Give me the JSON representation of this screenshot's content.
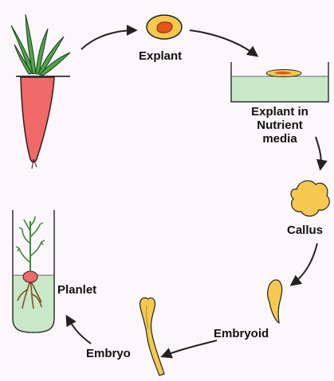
{
  "diagram": {
    "labels": {
      "explant": "Explant",
      "explant_nutrient_line1": "Explant in",
      "explant_nutrient_line2": "Nutrient",
      "explant_nutrient_line3": "media",
      "callus": "Callus",
      "embryoid": "Embryoid",
      "embryo": "Embryo",
      "planlet": "Planlet"
    },
    "colors": {
      "background": "#fbf7fb",
      "carrot_root": "#f06a6a",
      "carrot_leaves": "#4ea54a",
      "tissue_yellow": "#f5c94f",
      "tissue_center": "#e8541e",
      "nutrient_media": "#c8e8c8",
      "arrow": "#222222"
    }
  }
}
